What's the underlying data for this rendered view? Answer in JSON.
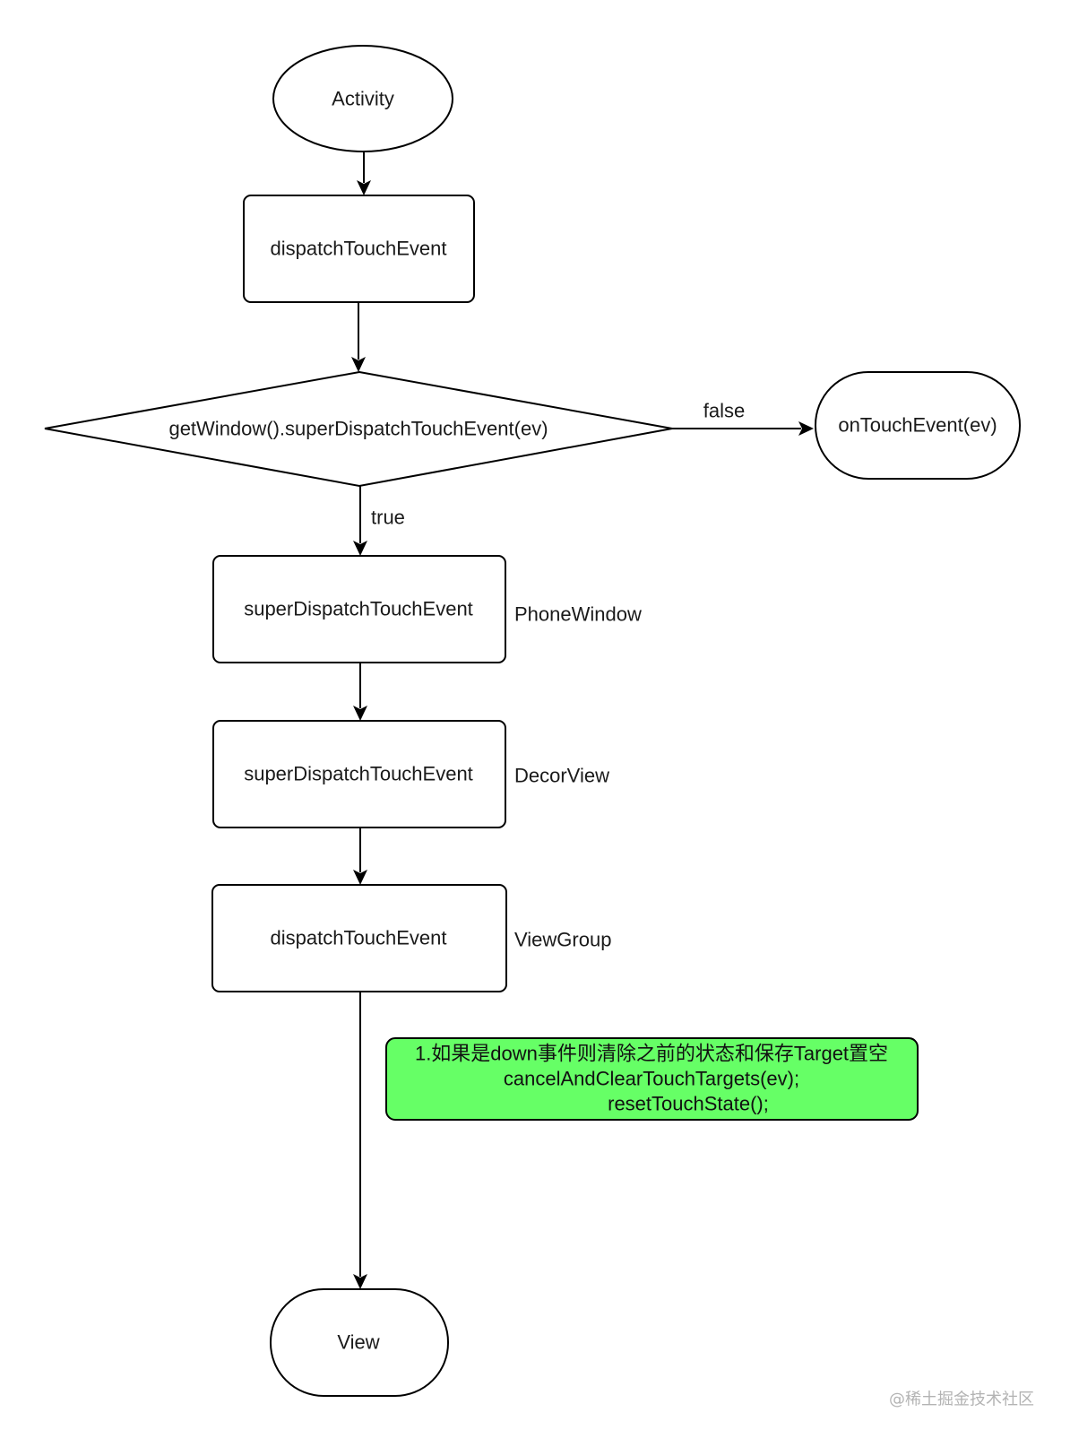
{
  "colors": {
    "stroke": "#000000",
    "text": "#1a1a1a",
    "note_fill": "#66ff66",
    "watermark": "#b3b3b3"
  },
  "nodes": {
    "activity": "Activity",
    "activity_dispatch": "dispatchTouchEvent",
    "decision": "getWindow().superDispatchTouchEvent(ev)",
    "on_touch_event": "onTouchEvent(ev)",
    "phone_window_dispatch": "superDispatchTouchEvent",
    "decor_view_dispatch": "superDispatchTouchEvent",
    "view_group_dispatch": "dispatchTouchEvent",
    "view": "View"
  },
  "side_labels": {
    "phone_window": "PhoneWindow",
    "decor_view": "DecorView",
    "view_group": "ViewGroup"
  },
  "edges": {
    "false_label": "false",
    "true_label": "true"
  },
  "note": {
    "line1": "1.如果是down事件则清除之前的状态和保存Target置空",
    "line2": "cancelAndClearTouchTargets(ev);",
    "line3": "resetTouchState();"
  },
  "watermark": "@稀土掘金技术社区"
}
